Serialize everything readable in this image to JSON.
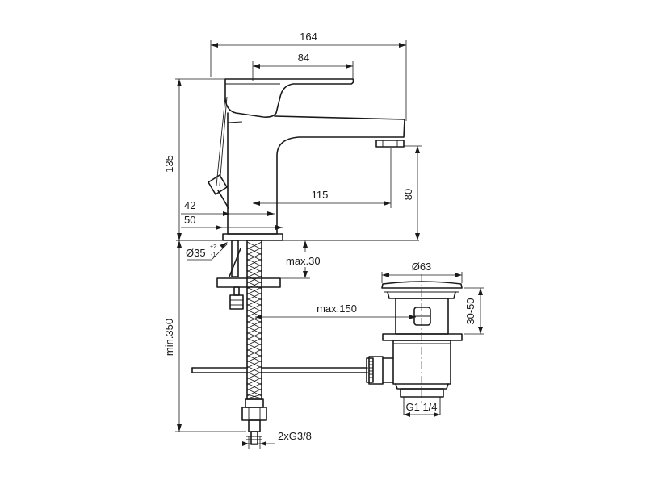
{
  "dimensions": {
    "overall_width": "164",
    "handle_width": "84",
    "height": "135",
    "base_42": "42",
    "base_50": "50",
    "spout_reach": "115",
    "spout_height": "80",
    "hole_diameter": "Ø35",
    "hole_tol_plus": "+2",
    "hole_tol_minus": "-1",
    "max_thickness": "max.30",
    "min_hose": "min.350",
    "max_rod": "max.150",
    "waste_diameter": "Ø63",
    "waste_range": "30-50",
    "waste_thread": "G1 1/4",
    "connection": "2xG3/8"
  }
}
